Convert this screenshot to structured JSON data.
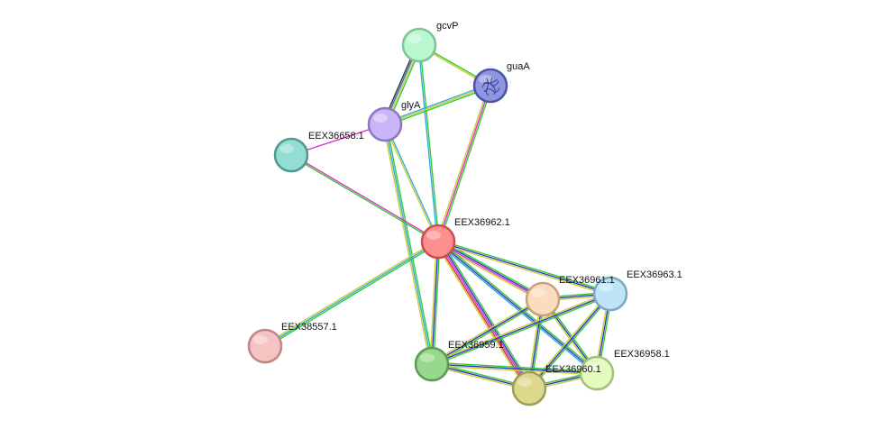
{
  "network": {
    "nodes": [
      {
        "id": "gcvP",
        "label": "gcvP",
        "fill": "#b9f7cf",
        "stroke": "#7fc298"
      },
      {
        "id": "guaA",
        "label": "guaA",
        "fill": "#8f96e0",
        "stroke": "#4c54a6",
        "icon": "protein-structure-icon"
      },
      {
        "id": "glyA",
        "label": "glyA",
        "fill": "#c9b5f7",
        "stroke": "#8b78bd"
      },
      {
        "id": "EEX36658.1",
        "label": "EEX36658.1",
        "fill": "#93ddd2",
        "stroke": "#4f9a8d"
      },
      {
        "id": "EEX36962.1",
        "label": "EEX36962.1",
        "fill": "#ff8e8e",
        "stroke": "#c94f4f"
      },
      {
        "id": "EEX38557.1",
        "label": "EEX38557.1",
        "fill": "#f6c3c3",
        "stroke": "#c08585"
      },
      {
        "id": "EEX36961.1",
        "label": "EEX36961.1",
        "fill": "#fcdcbf",
        "stroke": "#c9a07a"
      },
      {
        "id": "EEX36963.1",
        "label": "EEX36963.1",
        "fill": "#bfe4f8",
        "stroke": "#7aa9c4"
      },
      {
        "id": "EEX36959.1",
        "label": "EEX36959.1",
        "fill": "#96d98d",
        "stroke": "#5a9a52"
      },
      {
        "id": "EEX36960.1",
        "label": "EEX36960.1",
        "fill": "#dcd88c",
        "stroke": "#a19d52"
      },
      {
        "id": "EEX36958.1",
        "label": "EEX36958.1",
        "fill": "#e3fbbf",
        "stroke": "#a3c07a"
      }
    ],
    "edges": [
      {
        "a": "gcvP",
        "b": "guaA",
        "colors": [
          "#33cc33",
          "#cccc33"
        ]
      },
      {
        "a": "gcvP",
        "b": "glyA",
        "colors": [
          "#33cc33",
          "#cccc33",
          "#3366cc",
          "#333333"
        ]
      },
      {
        "a": "gcvP",
        "b": "EEX36962.1",
        "colors": [
          "#33cc33",
          "#33aadd"
        ]
      },
      {
        "a": "guaA",
        "b": "glyA",
        "colors": [
          "#33cc33",
          "#cccc33",
          "#33aadd"
        ]
      },
      {
        "a": "guaA",
        "b": "EEX36962.1",
        "colors": [
          "#33cc33",
          "#dd33cc",
          "#cccc33"
        ]
      },
      {
        "a": "glyA",
        "b": "EEX36962.1",
        "colors": [
          "#33aadd",
          "#cccc33"
        ]
      },
      {
        "a": "glyA",
        "b": "EEX36959.1",
        "colors": [
          "#33cc33",
          "#33aadd",
          "#cccc33"
        ]
      },
      {
        "a": "glyA",
        "b": "EEX36658.1",
        "colors": [
          "#dd33cc"
        ]
      },
      {
        "a": "EEX36658.1",
        "b": "EEX36962.1",
        "colors": [
          "#dd33cc",
          "#33cc33"
        ]
      },
      {
        "a": "EEX36962.1",
        "b": "EEX38557.1",
        "colors": [
          "#33cc33",
          "#33aadd",
          "#cccc33"
        ]
      },
      {
        "a": "EEX36962.1",
        "b": "EEX36961.1",
        "colors": [
          "#33cc33",
          "#3333cc",
          "#dd33cc",
          "#cccc33"
        ]
      },
      {
        "a": "EEX36962.1",
        "b": "EEX36963.1",
        "colors": [
          "#33cc33",
          "#3333cc",
          "#cccc33"
        ]
      },
      {
        "a": "EEX36962.1",
        "b": "EEX36959.1",
        "colors": [
          "#33cc33",
          "#3333cc",
          "#cccc33"
        ]
      },
      {
        "a": "EEX36962.1",
        "b": "EEX36960.1",
        "colors": [
          "#33cc33",
          "#3333cc",
          "#dd33cc",
          "#cc3333",
          "#cccc33"
        ]
      },
      {
        "a": "EEX36962.1",
        "b": "EEX36958.1",
        "colors": [
          "#33cc33",
          "#3333cc",
          "#33aadd"
        ]
      },
      {
        "a": "EEX36961.1",
        "b": "EEX36963.1",
        "colors": [
          "#33cc33",
          "#3333cc",
          "#cccc33"
        ]
      },
      {
        "a": "EEX36961.1",
        "b": "EEX36959.1",
        "colors": [
          "#33cc33",
          "#3333cc",
          "#cccc33"
        ]
      },
      {
        "a": "EEX36961.1",
        "b": "EEX36960.1",
        "colors": [
          "#33cc33",
          "#3333cc",
          "#cccc33"
        ]
      },
      {
        "a": "EEX36961.1",
        "b": "EEX36958.1",
        "colors": [
          "#33cc33",
          "#3333cc",
          "#cccc33"
        ]
      },
      {
        "a": "EEX36963.1",
        "b": "EEX36959.1",
        "colors": [
          "#33cc33",
          "#3333cc",
          "#cccc33"
        ]
      },
      {
        "a": "EEX36963.1",
        "b": "EEX36960.1",
        "colors": [
          "#33cc33",
          "#3333cc",
          "#cccc33"
        ]
      },
      {
        "a": "EEX36963.1",
        "b": "EEX36958.1",
        "colors": [
          "#33cc33",
          "#3333cc",
          "#cccc33"
        ]
      },
      {
        "a": "EEX36959.1",
        "b": "EEX36960.1",
        "colors": [
          "#33cc33",
          "#3333cc",
          "#cccc33"
        ]
      },
      {
        "a": "EEX36959.1",
        "b": "EEX36958.1",
        "colors": [
          "#33cc33",
          "#3333cc",
          "#cccc33"
        ]
      },
      {
        "a": "EEX36960.1",
        "b": "EEX36958.1",
        "colors": [
          "#33cc33",
          "#3333cc",
          "#cccc33"
        ]
      }
    ]
  }
}
